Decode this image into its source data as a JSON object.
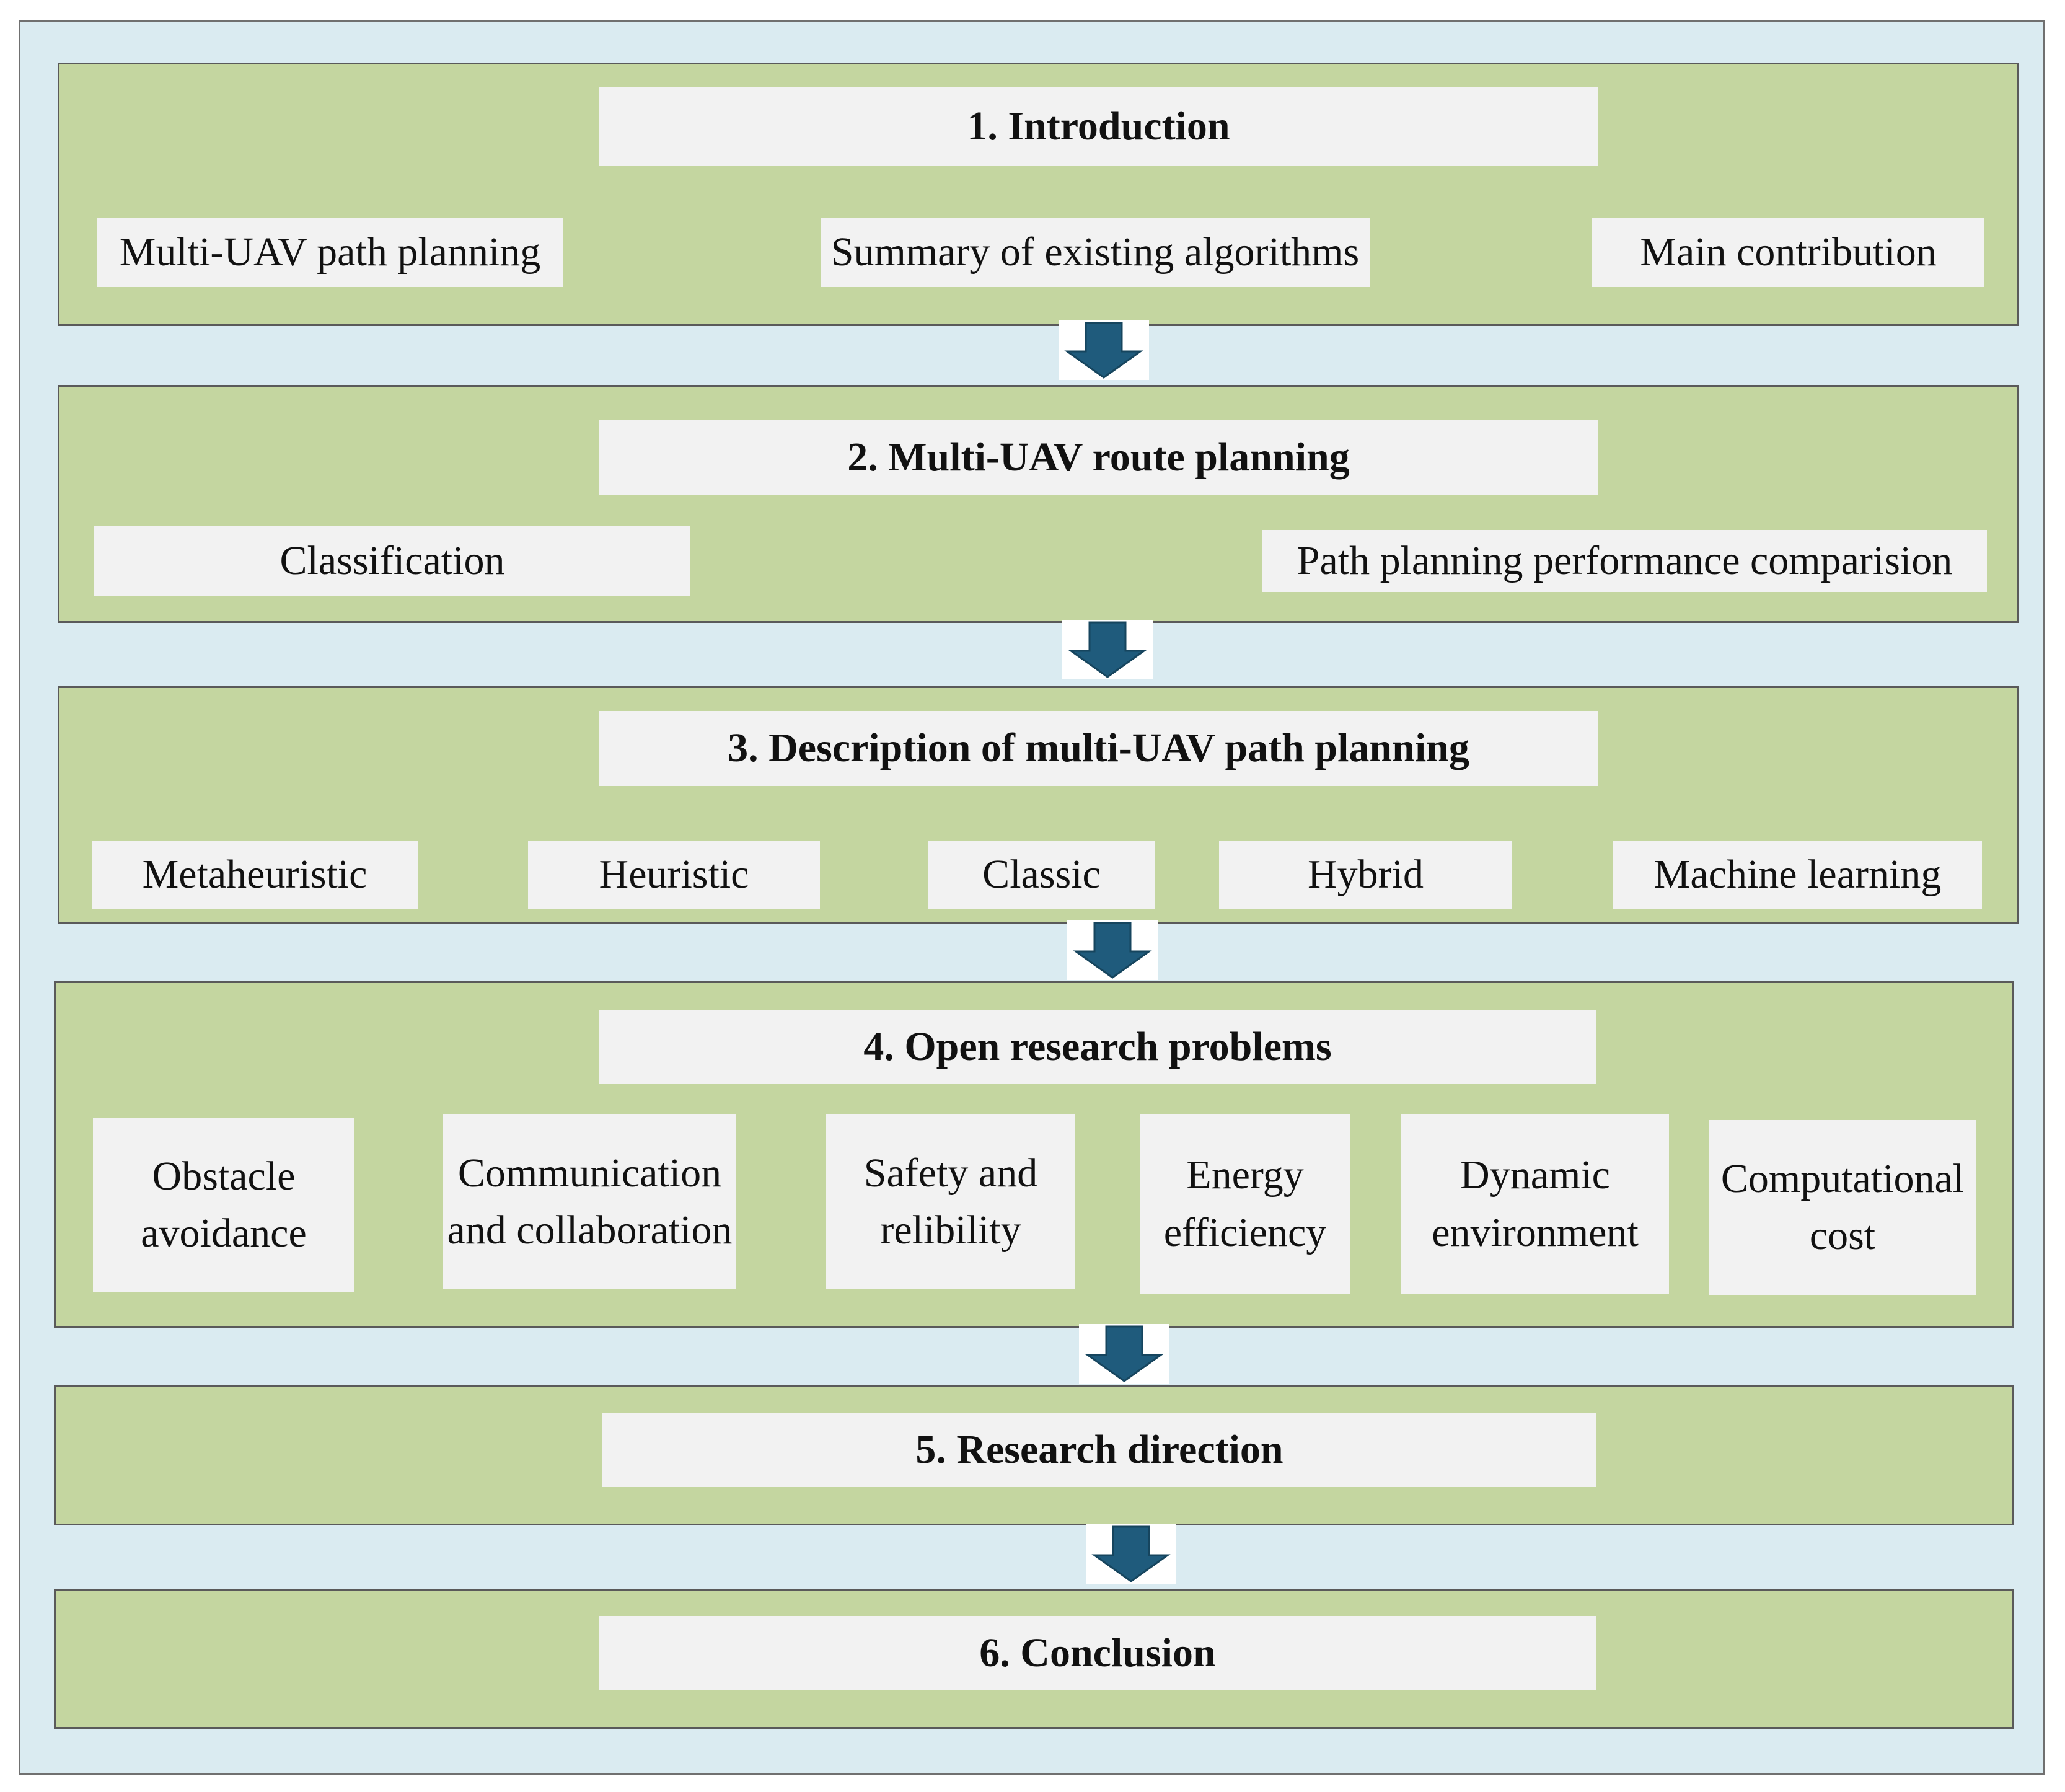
{
  "colors": {
    "frame_background": "#daebf1",
    "section_fill": "#c4d6a0",
    "box_fill": "#f2f2f2",
    "arrow_fill": "#1f5b7c"
  },
  "sections": [
    {
      "title": "1. Introduction",
      "items": [
        "Multi-UAV path planning",
        "Summary of existing algorithms",
        "Main contribution"
      ]
    },
    {
      "title": "2. Multi-UAV route planning",
      "items": [
        "Classification",
        "Path planning performance comparision"
      ]
    },
    {
      "title": "3. Description of multi-UAV path planning",
      "items": [
        "Metaheuristic",
        "Heuristic",
        "Classic",
        "Hybrid",
        "Machine learning"
      ]
    },
    {
      "title": "4. Open research problems",
      "items": [
        [
          "Obstacle",
          "avoidance"
        ],
        [
          "Communication",
          "and collaboration"
        ],
        [
          "Safety and",
          "relibility"
        ],
        [
          "Energy",
          "efficiency"
        ],
        [
          "Dynamic",
          "environment"
        ],
        [
          "Computational",
          "cost"
        ]
      ]
    },
    {
      "title": "5. Research direction",
      "items": []
    },
    {
      "title": "6. Conclusion",
      "items": []
    }
  ]
}
